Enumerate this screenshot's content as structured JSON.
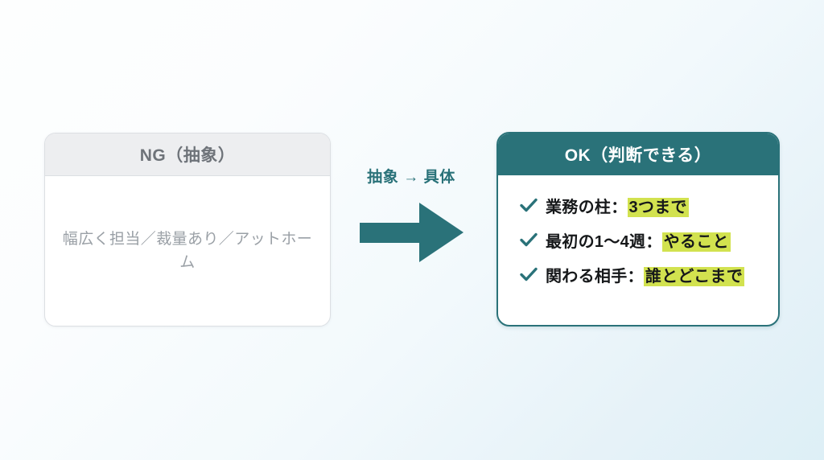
{
  "theme": {
    "teal": "#2a7279",
    "highlight": "#d2e24f",
    "card_gray_header": "#edeef0",
    "muted_text": "#9aa0a6",
    "background_from": "#fdfefe",
    "background_to": "#ddeff6"
  },
  "ng_card": {
    "title": "NG（抽象）",
    "body_text": "幅広く担当／裁量あり／アットホーム"
  },
  "arrow": {
    "label": "抽象 → 具体",
    "icon_name": "right-arrow-icon"
  },
  "ok_card": {
    "title": "OK（判断できる）",
    "items": [
      {
        "label": "業務の柱：",
        "highlight": "3つまで"
      },
      {
        "label": "最初の1〜4週：",
        "highlight": "やること"
      },
      {
        "label": "関わる相手：",
        "highlight": "誰とどこまで"
      }
    ]
  }
}
